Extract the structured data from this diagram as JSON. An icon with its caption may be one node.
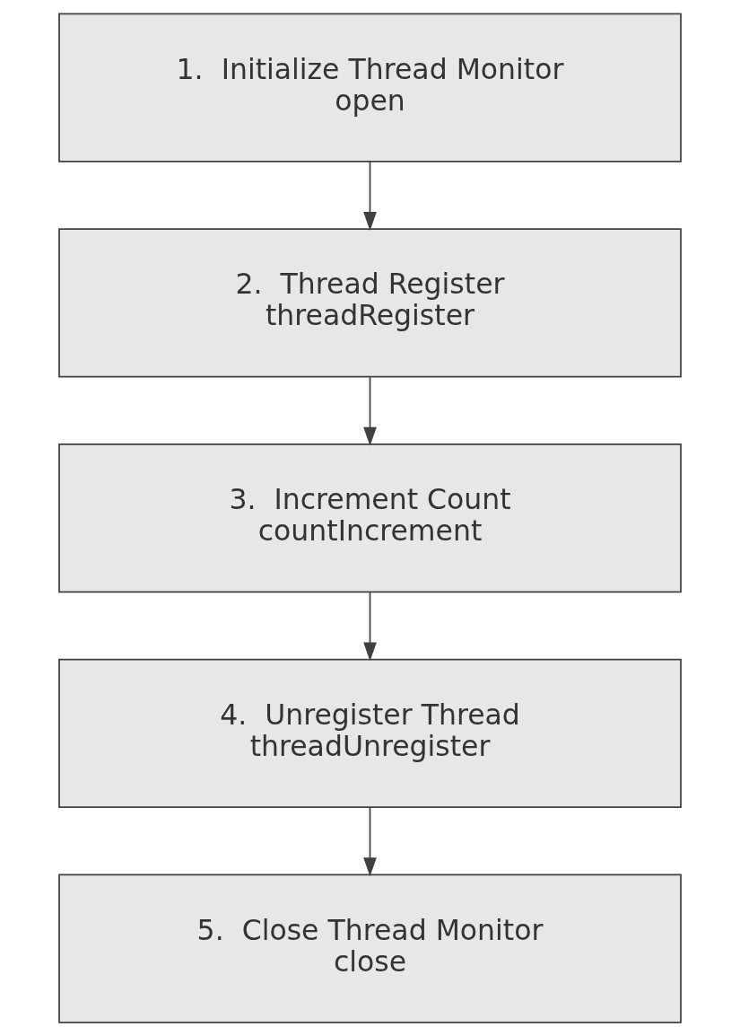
{
  "diagram": {
    "nodes": [
      {
        "text": [
          "1.  Initialize Thread Monitor",
          "open"
        ]
      },
      {
        "text": [
          "2.  Thread Register",
          "threadRegister"
        ]
      },
      {
        "text": [
          "3.  Increment Count",
          "countIncrement"
        ]
      },
      {
        "text": [
          "4.  Unregister Thread",
          "threadUnregister"
        ]
      },
      {
        "text": [
          "5.  Close Thread Monitor",
          "close"
        ]
      }
    ],
    "edges": [
      {
        "from": 0,
        "to": 1,
        "arrow": "to"
      },
      {
        "from": 1,
        "to": 2,
        "arrow": "to"
      },
      {
        "from": 2,
        "to": 3,
        "arrow": "to"
      },
      {
        "from": 3,
        "to": 4,
        "arrow": "to"
      }
    ]
  }
}
